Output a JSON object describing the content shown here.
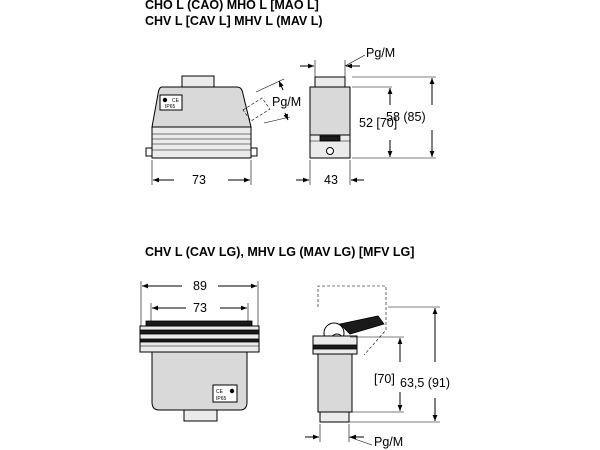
{
  "top_section": {
    "title_line1": "CHO L (CAO)     MHO L [MAO L]",
    "title_line2": "CHV L [CAV L]  MHV L (MAV L)",
    "width_dim": "73",
    "depth_dim": "43",
    "height_dim": "52 [70]",
    "total_height_dim": "58 (85)",
    "thread_label_side": "Pg/M",
    "thread_label_top": "Pg/M",
    "badge_text": "IP65"
  },
  "bottom_section": {
    "title": "CHV L (CAV LG), MHV LG (MAV LG) [MFV LG]",
    "outer_width_dim": "89",
    "inner_width_dim": "73",
    "inner_height_dim": "[70]",
    "total_height_dim": "63,5 (91)",
    "thread_label": "Pg/M",
    "badge_text": "IP65"
  }
}
